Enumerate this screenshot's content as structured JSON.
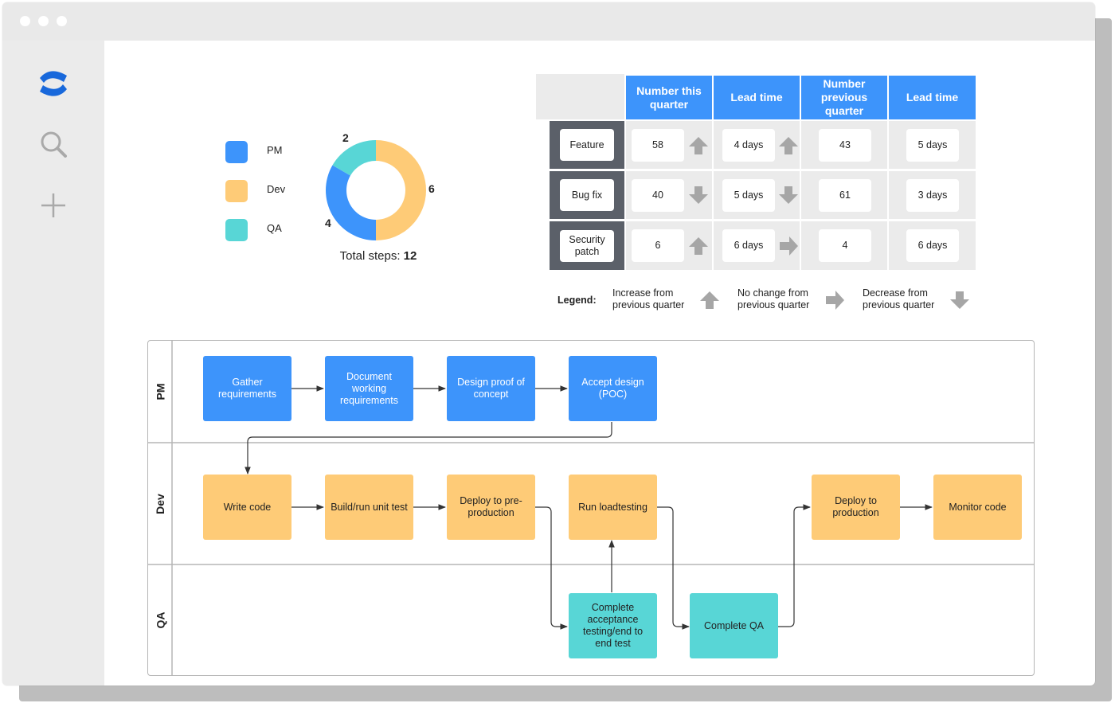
{
  "sidebar": {
    "logo_icon": "confluence-logo",
    "search_icon": "search-icon",
    "add_icon": "plus-icon"
  },
  "donut": {
    "legend": [
      {
        "label": "PM",
        "color": "#3d94fb"
      },
      {
        "label": "Dev",
        "color": "#fecb77"
      },
      {
        "label": "QA",
        "color": "#58d6d6"
      }
    ],
    "values": {
      "pm": "4",
      "dev": "6",
      "qa": "2"
    },
    "total_label": "Total steps:",
    "total_value": "12"
  },
  "chart_data": {
    "type": "pie",
    "categories": [
      "PM",
      "Dev",
      "QA"
    ],
    "values": [
      4,
      6,
      2
    ],
    "title": "",
    "donut": true
  },
  "metrics_table": {
    "headers": [
      "Number this quarter",
      "Lead time",
      "Number previous quarter",
      "Lead time"
    ],
    "rows": [
      {
        "label": "Feature",
        "count": "58",
        "count_trend": "up",
        "lead": "4 days",
        "lead_trend": "up",
        "prev_count": "43",
        "prev_lead": "5 days"
      },
      {
        "label": "Bug fix",
        "count": "40",
        "count_trend": "down",
        "lead": "5 days",
        "lead_trend": "down",
        "prev_count": "61",
        "prev_lead": "3 days"
      },
      {
        "label": "Security patch",
        "count": "6",
        "count_trend": "up",
        "lead": "6 days",
        "lead_trend": "right",
        "prev_count": "4",
        "prev_lead": "6 days"
      }
    ],
    "legend_title": "Legend:",
    "legend_items": [
      {
        "text": "Increase from previous quarter",
        "icon": "arrow-up-icon"
      },
      {
        "text": "No change from previous quarter",
        "icon": "arrow-right-icon"
      },
      {
        "text": "Decrease from previous quarter",
        "icon": "arrow-down-icon"
      }
    ],
    "arrow_color": "#a6a6a6"
  },
  "swimlane": {
    "lanes": [
      "PM",
      "Dev",
      "QA"
    ],
    "steps": {
      "gather": "Gather requirements",
      "document": "Document working requirements",
      "design": "Design proof of concept",
      "accept": "Accept design (POC)",
      "write": "Write code",
      "build": "Build/run unit test",
      "deploy_pre": "Deploy to pre-production",
      "loadtest": "Run loadtesting",
      "deploy_prod": "Deploy to production",
      "monitor": "Monitor code",
      "acceptance": "Complete acceptance testing/end to end test",
      "complete_qa": "Complete QA"
    }
  }
}
